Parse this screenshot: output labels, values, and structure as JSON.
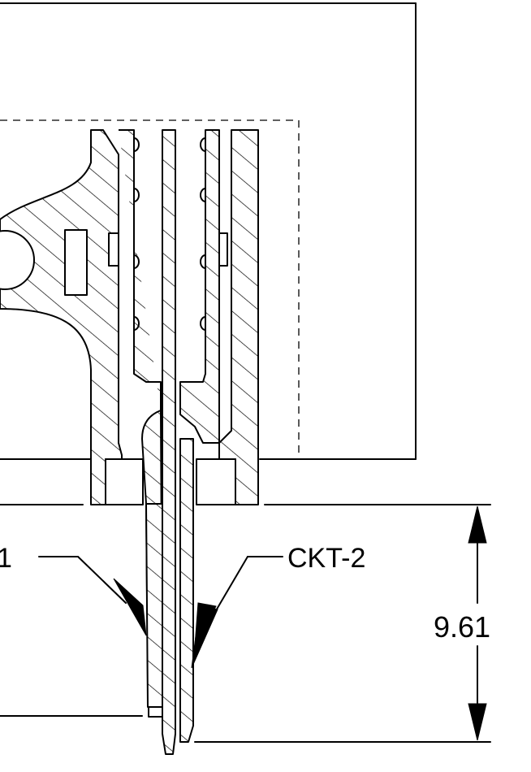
{
  "labels": {
    "circuit_1": "1",
    "circuit_2": "CKT-2",
    "dimension": "9.61"
  }
}
